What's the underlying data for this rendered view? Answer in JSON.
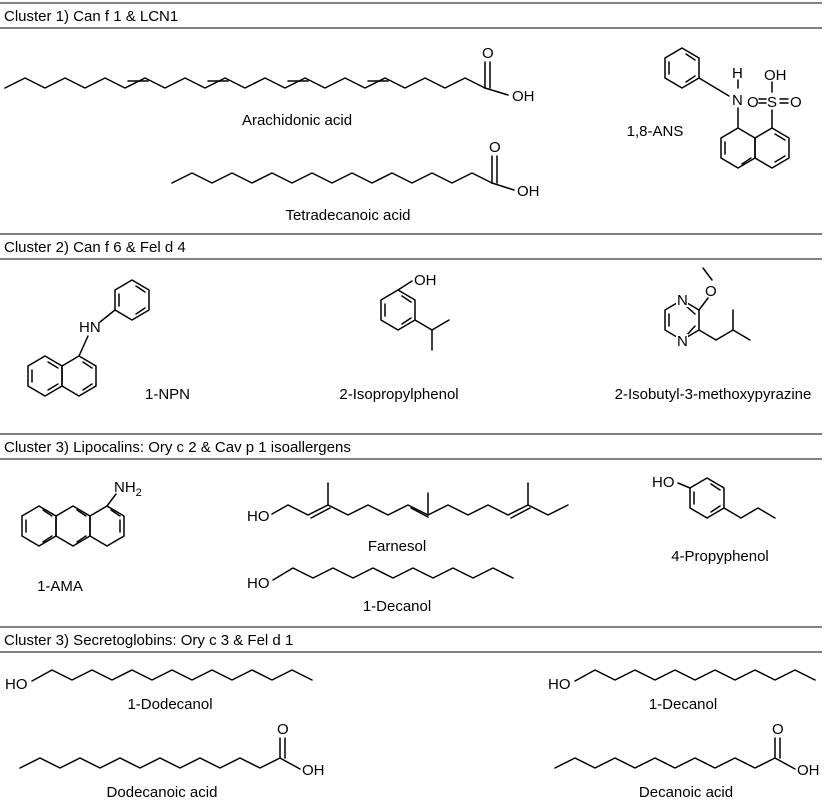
{
  "sections": [
    {
      "title": "Cluster 1) Can f 1 & LCN1"
    },
    {
      "title": "Cluster 2) Can f 6 & Fel d 4"
    },
    {
      "title": "Cluster 3) Lipocalins: Ory c 2 & Cav p 1 isoallergens"
    },
    {
      "title": "Cluster 3) Secretoglobins: Ory c 3 & Fel d 1"
    }
  ],
  "compounds": {
    "arachidonic_acid": "Arachidonic acid",
    "tetradecanoic_acid": "Tetradecanoic  acid",
    "ans": "1,8-ANS",
    "npn": "1-NPN",
    "isopropylphenol": "2-Isopropylphenol",
    "ibmp": "2-Isobutyl-3-methoxypyrazine",
    "ama": "1-AMA",
    "farnesol": "Farnesol",
    "decanol_c3": "1-Decanol",
    "propyphenol": "4-Propyphenol",
    "dodecanol": "1-Dodecanol",
    "decanol_c4": "1-Decanol",
    "dodecanoic_acid": "Dodecanoic  acid",
    "decanoic_acid": "Decanoic  acid"
  },
  "atoms": {
    "O": "O",
    "OH": "OH",
    "HO": "HO",
    "H": "H",
    "N": "N",
    "HN": "HN",
    "S": "S",
    "NH": "NH",
    "sub2": "2"
  }
}
